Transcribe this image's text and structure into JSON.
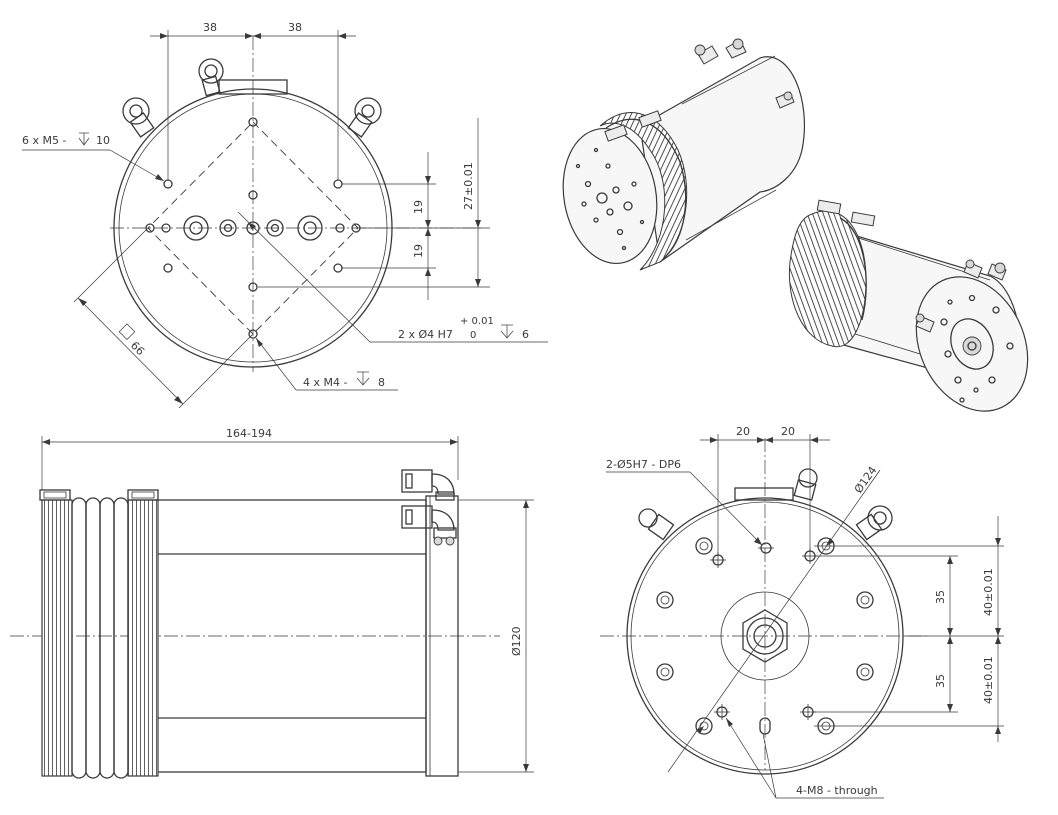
{
  "views": {
    "top_left": {
      "dim_spacing_left": "38",
      "dim_spacing_right": "38",
      "callout_m5": "6 x M5 -",
      "callout_m5_depth": "10",
      "dim_19_upper": "19",
      "dim_19_lower": "19",
      "dim_27": "27±0.01",
      "dim_square": "66",
      "callout_pin_holes": "2 x Ø4 H7",
      "tol_upper": "+ 0.01",
      "tol_lower": "0",
      "callout_pin_depth": "6",
      "callout_m4": "4 x M4 -",
      "callout_m4_depth": "8"
    },
    "side": {
      "dim_length": "164-194",
      "dim_diameter": "Ø120"
    },
    "bottom_right": {
      "dim_spacing_left": "20",
      "dim_spacing_right": "20",
      "dim_bolt_circle": "Ø124",
      "callout_dowel": "2-Ø5H7 - DP6",
      "dim_35_upper": "35",
      "dim_35_lower": "35",
      "dim_40_upper": "40±0.01",
      "dim_40_lower": "40±0.01",
      "callout_m8": "4-M8 - through"
    }
  },
  "colors": {
    "line": "#3a3a3a",
    "background": "#ffffff"
  }
}
